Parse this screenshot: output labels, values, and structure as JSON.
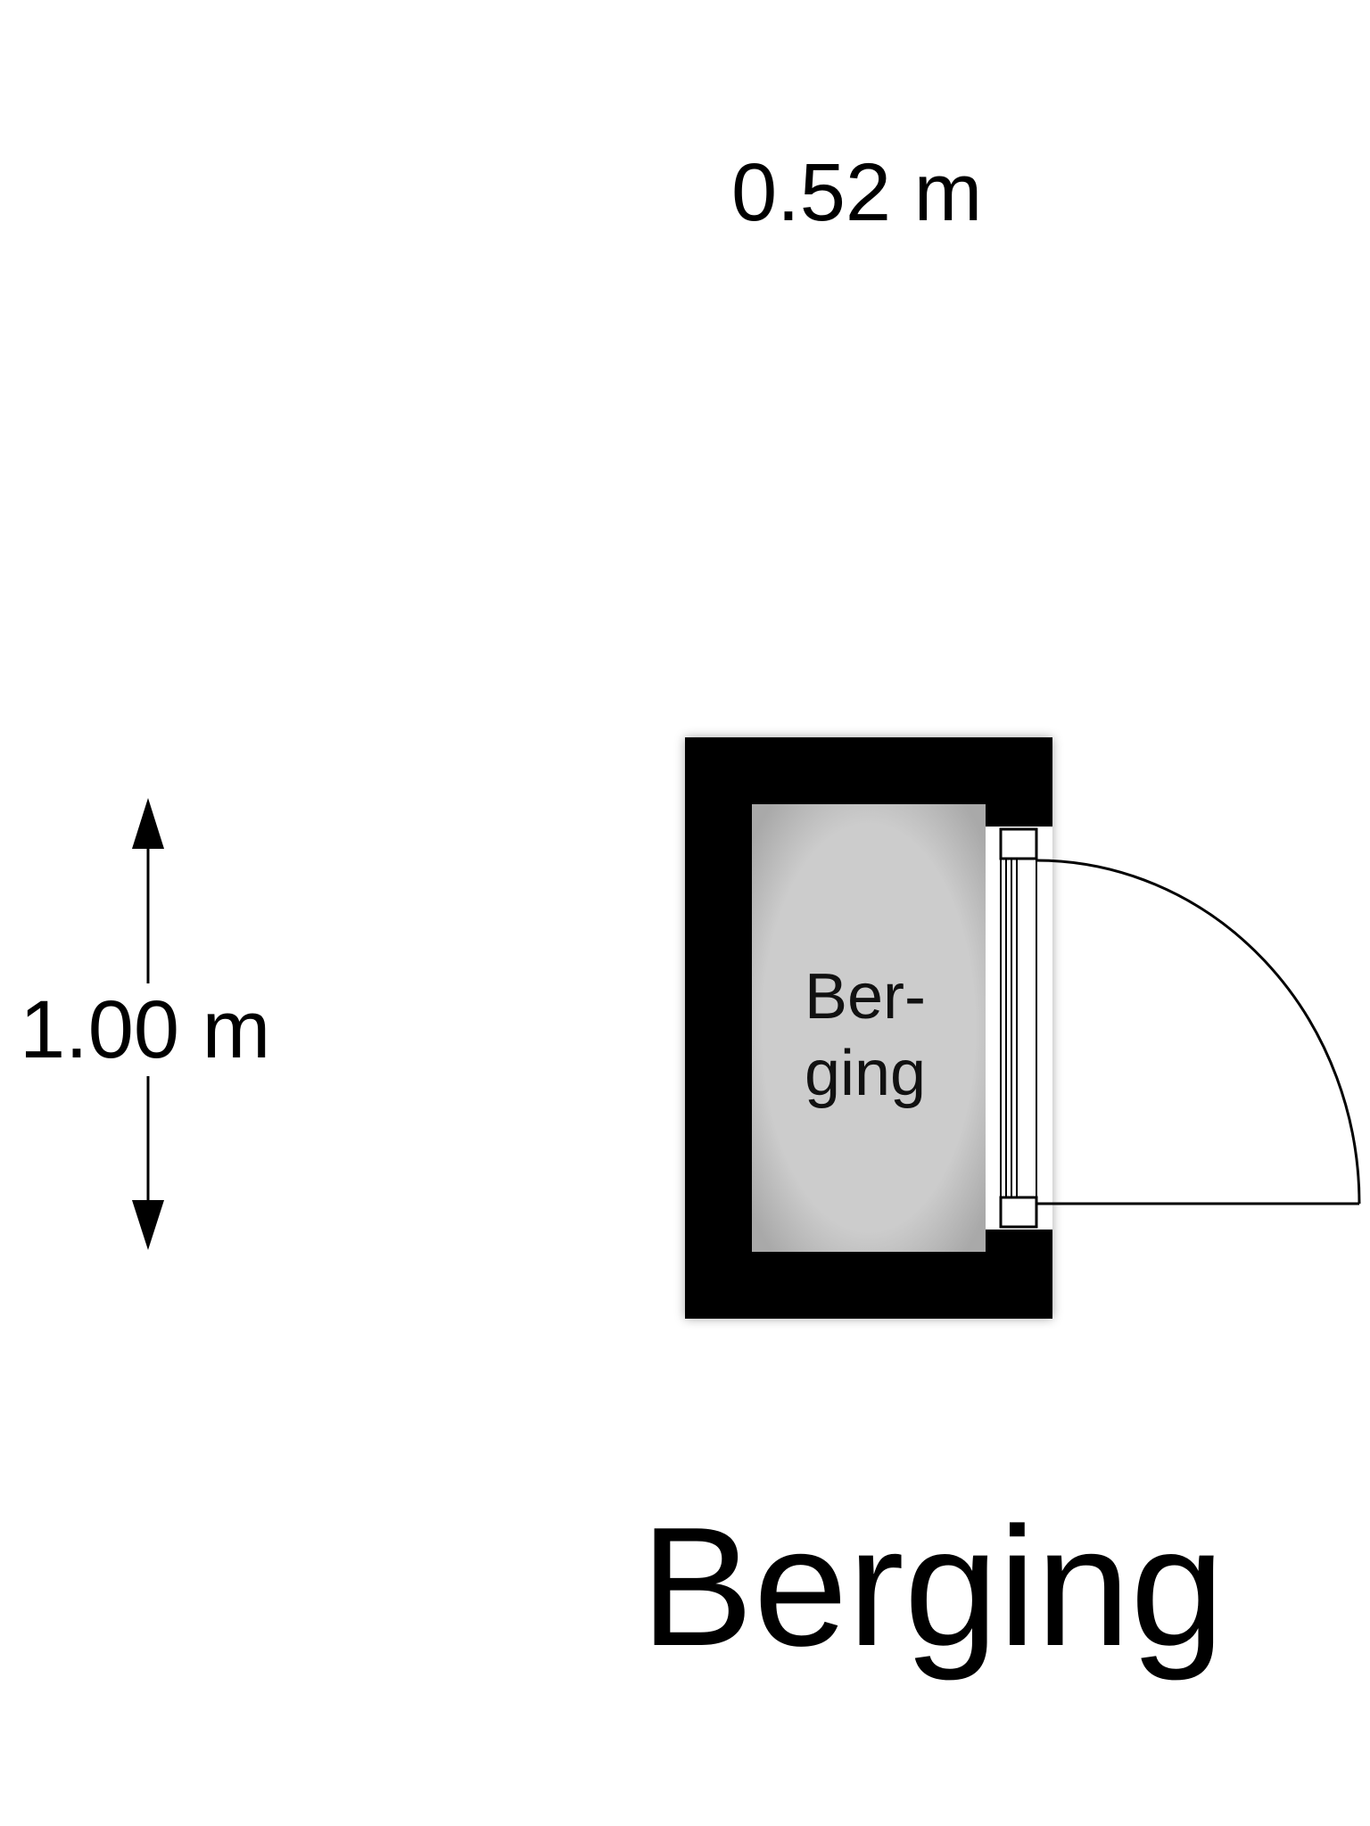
{
  "dimensions": {
    "width_label": "0.52 m",
    "height_label": "1.00 m"
  },
  "room": {
    "label_line1": "Ber-",
    "label_line2": "ging"
  },
  "title": "Berging",
  "colors": {
    "wall": "#000000",
    "floor": "#cccccc",
    "background": "#ffffff"
  }
}
